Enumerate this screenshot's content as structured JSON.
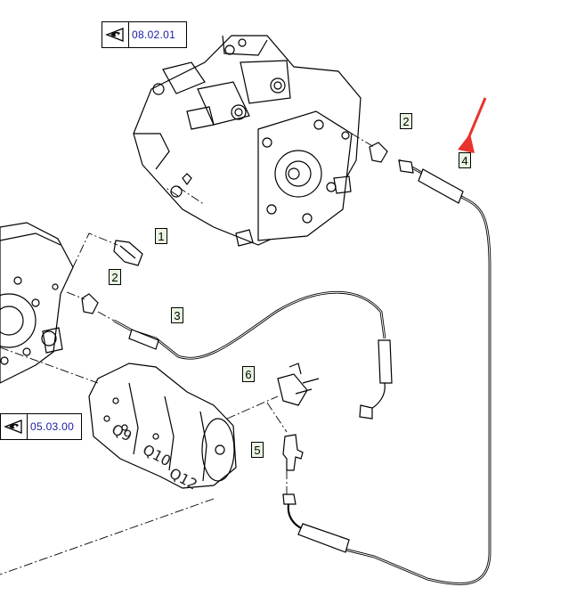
{
  "references": [
    {
      "id": "ref-top",
      "code": "08.02.01",
      "icon": "eye-icon"
    },
    {
      "id": "ref-left",
      "code": "05.03.00",
      "icon": "eye-icon"
    }
  ],
  "callouts": [
    {
      "id": "callout-1",
      "label": "1"
    },
    {
      "id": "callout-2-upper",
      "label": "2"
    },
    {
      "id": "callout-2-lower",
      "label": "2"
    },
    {
      "id": "callout-3",
      "label": "3"
    },
    {
      "id": "callout-4",
      "label": "4"
    },
    {
      "id": "callout-5",
      "label": "5"
    },
    {
      "id": "callout-6",
      "label": "6"
    }
  ],
  "pump_labels": [
    "Q9",
    "Q10",
    "Q12"
  ],
  "colors": {
    "highlight_arrow": "#e8342c",
    "callout_fill": "#e9f5e2",
    "ref_text": "#1a1aa6"
  }
}
